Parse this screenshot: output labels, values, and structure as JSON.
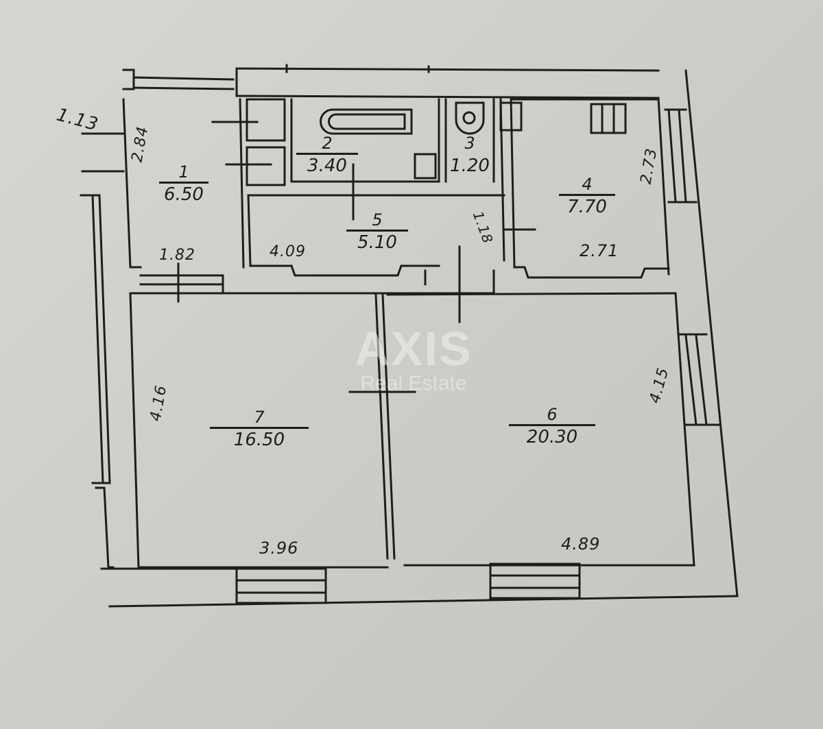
{
  "watermark": {
    "brand": "AXIS",
    "subtitle": "Real Estate"
  },
  "rooms": [
    {
      "number": "1",
      "area": "6.50"
    },
    {
      "number": "2",
      "area": "3.40"
    },
    {
      "number": "3",
      "area": "1.20"
    },
    {
      "number": "4",
      "area": "7.70"
    },
    {
      "number": "5",
      "area": "5.10"
    },
    {
      "number": "6",
      "area": "20.30"
    },
    {
      "number": "7",
      "area": "16.50"
    }
  ],
  "dimensions": {
    "d_113": "1.13",
    "d_284": "2.84",
    "d_182": "1.82",
    "d_409": "4.09",
    "d_118": "1.18",
    "d_273": "2.73",
    "d_271": "2.71",
    "d_416": "4.16",
    "d_415": "4.15",
    "d_396": "3.96",
    "d_489": "4.89"
  },
  "colors": {
    "ink": "#1d1d1d",
    "paper": "#cfd0cc"
  }
}
